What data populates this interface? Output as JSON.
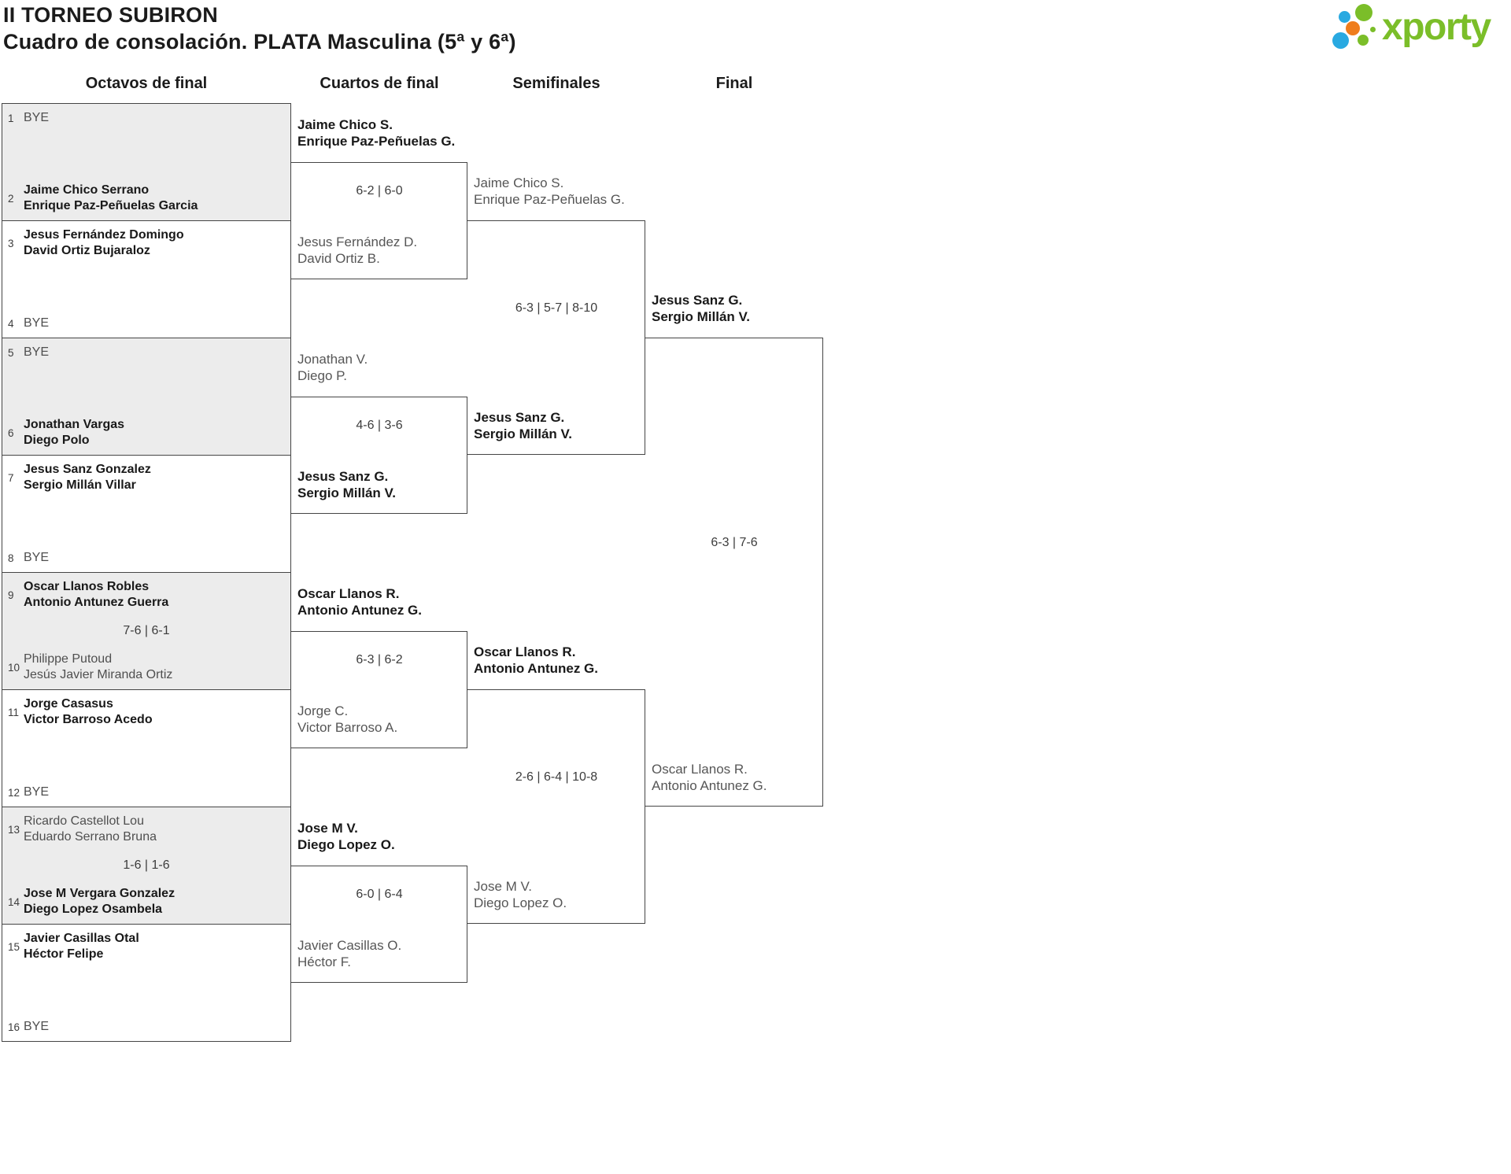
{
  "header": {
    "title": "II TORNEO SUBIRON",
    "subtitle": "Cuadro de consolación. PLATA Masculina (5ª y 6ª)",
    "logo": {
      "wordmark": "xporty",
      "colors": {
        "green": "#7bbe29",
        "blue": "#29a9e1",
        "orange": "#ef7d1c"
      },
      "dots": [
        {
          "id": "dot-blue-small",
          "color": "#29a9e1"
        },
        {
          "id": "dot-green-large",
          "color": "#7bbe29"
        },
        {
          "id": "dot-orange",
          "color": "#ef7d1c"
        },
        {
          "id": "dot-blue-large",
          "color": "#29a9e1"
        },
        {
          "id": "dot-green-small",
          "color": "#7bbe29"
        },
        {
          "id": "dot-green-tiny",
          "color": "#7bbe29"
        }
      ]
    }
  },
  "round_headers": [
    "Octavos de final",
    "Cuartos de final",
    "Semifinales",
    "Final"
  ],
  "bracket": {
    "octavos": [
      {
        "grey": true,
        "score": "",
        "top": {
          "seed": "1",
          "lines": [
            "BYE"
          ],
          "winner": false
        },
        "bottom": {
          "seed": "2",
          "lines": [
            "Jaime Chico Serrano",
            "Enrique Paz-Peñuelas Garcia"
          ],
          "winner": true
        }
      },
      {
        "grey": false,
        "score": "",
        "top": {
          "seed": "3",
          "lines": [
            "Jesus Fernández Domingo",
            "David Ortiz Bujaraloz"
          ],
          "winner": true
        },
        "bottom": {
          "seed": "4",
          "lines": [
            "BYE"
          ],
          "winner": false
        }
      },
      {
        "grey": true,
        "score": "",
        "top": {
          "seed": "5",
          "lines": [
            "BYE"
          ],
          "winner": false
        },
        "bottom": {
          "seed": "6",
          "lines": [
            "Jonathan Vargas",
            "Diego Polo"
          ],
          "winner": true
        }
      },
      {
        "grey": false,
        "score": "",
        "top": {
          "seed": "7",
          "lines": [
            "Jesus Sanz Gonzalez",
            "Sergio Millán Villar"
          ],
          "winner": true
        },
        "bottom": {
          "seed": "8",
          "lines": [
            "BYE"
          ],
          "winner": false
        }
      },
      {
        "grey": true,
        "score": "7-6 | 6-1",
        "top": {
          "seed": "9",
          "lines": [
            "Oscar Llanos Robles",
            "Antonio Antunez Guerra"
          ],
          "winner": true
        },
        "bottom": {
          "seed": "10",
          "lines": [
            "Philippe Putoud",
            "Jesús Javier Miranda Ortiz"
          ],
          "winner": false
        }
      },
      {
        "grey": false,
        "score": "",
        "top": {
          "seed": "11",
          "lines": [
            "Jorge Casasus",
            "Victor Barroso Acedo"
          ],
          "winner": true
        },
        "bottom": {
          "seed": "12",
          "lines": [
            "BYE"
          ],
          "winner": false
        }
      },
      {
        "grey": true,
        "score": "1-6 | 1-6",
        "top": {
          "seed": "13",
          "lines": [
            "Ricardo Castellot Lou",
            "Eduardo Serrano Bruna"
          ],
          "winner": false
        },
        "bottom": {
          "seed": "14",
          "lines": [
            "Jose M Vergara Gonzalez",
            "Diego Lopez Osambela"
          ],
          "winner": true
        }
      },
      {
        "grey": false,
        "score": "",
        "top": {
          "seed": "15",
          "lines": [
            "Javier Casillas Otal",
            "Héctor Felipe"
          ],
          "winner": true
        },
        "bottom": {
          "seed": "16",
          "lines": [
            "BYE"
          ],
          "winner": false
        }
      }
    ],
    "cuartos": [
      {
        "score": "6-2 | 6-0",
        "top": {
          "lines": [
            "Jaime Chico S.",
            "Enrique Paz-Peñuelas G."
          ],
          "winner": true
        },
        "bottom": {
          "lines": [
            "Jesus Fernández D.",
            "David Ortiz B."
          ],
          "winner": false
        }
      },
      {
        "score": "4-6 | 3-6",
        "top": {
          "lines": [
            "Jonathan V.",
            "Diego P."
          ],
          "winner": false
        },
        "bottom": {
          "lines": [
            "Jesus Sanz G.",
            "Sergio Millán V."
          ],
          "winner": true
        }
      },
      {
        "score": "6-3 | 6-2",
        "top": {
          "lines": [
            "Oscar Llanos R.",
            "Antonio Antunez G."
          ],
          "winner": true
        },
        "bottom": {
          "lines": [
            "Jorge C.",
            "Victor Barroso A."
          ],
          "winner": false
        }
      },
      {
        "score": "6-0 | 6-4",
        "top": {
          "lines": [
            "Jose M V.",
            "Diego Lopez O."
          ],
          "winner": true
        },
        "bottom": {
          "lines": [
            "Javier Casillas O.",
            "Héctor F."
          ],
          "winner": false
        }
      }
    ],
    "semifinales": [
      {
        "score": "6-3 | 5-7 | 8-10",
        "top": {
          "lines": [
            "Jaime Chico S.",
            "Enrique Paz-Peñuelas G."
          ],
          "winner": false
        },
        "bottom": {
          "lines": [
            "Jesus Sanz G.",
            "Sergio Millán V."
          ],
          "winner": true
        }
      },
      {
        "score": "2-6 | 6-4 | 10-8",
        "top": {
          "lines": [
            "Oscar Llanos R.",
            "Antonio Antunez G."
          ],
          "winner": true
        },
        "bottom": {
          "lines": [
            "Jose M V.",
            "Diego Lopez O."
          ],
          "winner": false
        }
      }
    ],
    "final": [
      {
        "score": "6-3 | 7-6",
        "top": {
          "lines": [
            "Jesus Sanz G.",
            "Sergio Millán V."
          ],
          "winner": true
        },
        "bottom": {
          "lines": [
            "Oscar Llanos R.",
            "Antonio Antunez G."
          ],
          "winner": false
        }
      }
    ]
  }
}
